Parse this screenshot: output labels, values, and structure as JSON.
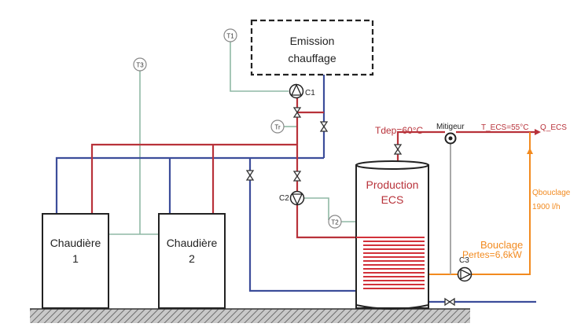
{
  "emission": {
    "line1": "Emission",
    "line2": "chauffage"
  },
  "boilers": [
    {
      "name": "Chaudière",
      "number": "1"
    },
    {
      "name": "Chaudière",
      "number": "2"
    }
  ],
  "sensors": {
    "t1": "T1",
    "t2": "T2",
    "t3": "T3",
    "tr": "Tr"
  },
  "pumps": {
    "c1": "C1",
    "c2": "C2",
    "c3": "C3"
  },
  "tank": {
    "line1": "Production",
    "line2": "ECS"
  },
  "labels": {
    "tdep": "Tdep=60°C",
    "mitigeur": "Mitigeur",
    "t_ecs": "T_ECS=55°C",
    "q_ecs": "Q_ECS",
    "qbouclage": "Qbouclage",
    "qbouclage_value": "1900 l/h",
    "bouclage": "Bouclage",
    "pertes": "Pertes=6,6kW"
  },
  "colors": {
    "red": "#b8323a",
    "blue": "#3c4d9a",
    "green": "#8fb9a5",
    "orange": "#f28a1f",
    "grey": "#9a9a9a",
    "dark": "#222222"
  }
}
